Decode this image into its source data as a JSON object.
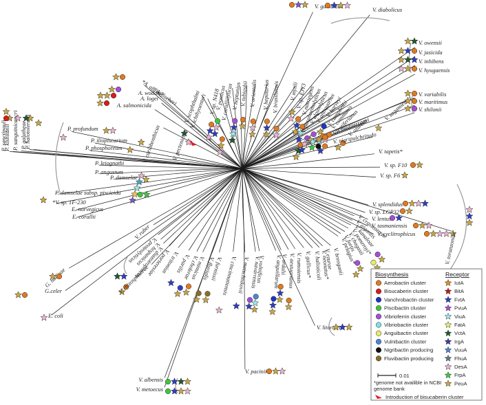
{
  "tree": {
    "center": "",
    "taxa": [
      {
        "label": "V. caribbenthicus",
        "c": [],
        "r": [
          "#e8b3d1",
          "#3fa6c9",
          "#9ae6ea",
          "#ecc34f",
          "#7e57c2"
        ]
      },
      {
        "label": "V. pectenicida",
        "c": [],
        "r": []
      },
      {
        "label": "V. scophthalmi",
        "c": [],
        "r": [
          "#1f5a2e"
        ]
      },
      {
        "label": "V. ichthyoenteri",
        "c": [],
        "r": [
          "#e8b3d1"
        ]
      },
      {
        "label": "V. sp. N418",
        "c": [
          "#e07a20"
        ],
        "r": [
          "#2f3fbf",
          "#e8b3d1"
        ]
      },
      {
        "label": "V. ponticus",
        "c": [
          "#3cc83c"
        ],
        "r": [
          "#e8b3d1",
          "#2f3fbf"
        ]
      },
      {
        "label": "V. coralliilyticus",
        "c": [
          "#e07a20"
        ],
        "r": [
          "#c8a646",
          "#e8b3d1"
        ]
      },
      {
        "label": "V. neptunius",
        "c": [
          "#a44fd6"
        ],
        "r": [
          "#2f3fbf",
          "#9ae6ea",
          "#1f5a2e"
        ]
      },
      {
        "label": "V. tubiashii",
        "c": [
          "#e07a20"
        ],
        "r": [
          "#c8a646"
        ]
      },
      {
        "label": "V. orientalis",
        "c": [
          "#e07a20"
        ],
        "r": [
          "#e8b3d1",
          "#c8a646"
        ]
      },
      {
        "label": "V. hepatarius",
        "c": [
          "#e07a20"
        ],
        "r": [
          "#2f3fbf",
          "#c8a646"
        ]
      },
      {
        "label": "V. brasiliensis",
        "c": [
          "#e07a20"
        ],
        "r": [
          "#e8b3d1"
        ]
      },
      {
        "label": "V. galatheae",
        "c": [
          "#e07a20"
        ],
        "r": [
          "#7e57c2",
          "#c8a646"
        ]
      },
      {
        "label": "V. mytili",
        "c": [],
        "r": [
          "#c8a646",
          "#e8b3d1"
        ]
      },
      {
        "label": "V. sp. EJY3",
        "c": [
          "#e07a20"
        ],
        "r": [
          "#2f3fbf",
          "#c8a646"
        ]
      },
      {
        "label": "V. natriegens",
        "c": [
          "#e07a20"
        ],
        "r": [
          "#9ae6ea",
          "#2f3fbf"
        ]
      },
      {
        "label": "V. parahaemolyticus",
        "c": [
          "#e07a20"
        ],
        "r": [
          "#1f5a2e",
          "#c8a646"
        ]
      },
      {
        "label": "V. alginolyticus",
        "c": [
          "#a44fd6"
        ],
        "r": [
          "#e8b3d1",
          "#2f3fbf"
        ]
      },
      {
        "label": "V. antiquarius",
        "c": [
          "#a44fd6"
        ],
        "r": [
          "#c8a646"
        ]
      },
      {
        "label": "V. diabolicus",
        "c": [
          "#e07a20"
        ],
        "r": [
          "#2f3fbf",
          "#c8a646",
          "#e8b3d1"
        ]
      },
      {
        "label": "V. harveyi",
        "c": [
          "#1c34c8"
        ],
        "r": [
          "#c8a646"
        ]
      },
      {
        "label": "V. campbellii",
        "c": [
          "#e07a20"
        ],
        "r": [
          "#9ae6ea"
        ]
      },
      {
        "label": "V. communis",
        "c": [
          "#e07a20"
        ],
        "r": [
          "#e8b3d1"
        ]
      },
      {
        "label": "V. rotiferianus",
        "c": [
          "#e07a20"
        ],
        "r": [
          "#2f3fbf"
        ]
      },
      {
        "label": "V. owensii",
        "c": [],
        "r": [
          "#1f5a2e",
          "#c8a646"
        ]
      },
      {
        "label": "V. jasicida",
        "c": [
          "#e07a20"
        ],
        "r": [
          "#2f3fbf",
          "#c8a646"
        ]
      },
      {
        "label": "V. inhibens",
        "c": [],
        "r": [
          "#2f3fbf",
          "#1f5a2e",
          "#c8a646"
        ]
      },
      {
        "label": "V. hyugaensis",
        "c": [
          "#e07a20"
        ],
        "r": [
          "#c8a646",
          "#e8b3d1"
        ]
      },
      {
        "label": "V. azureus",
        "c": [
          "#e07a20"
        ],
        "r": [
          "#c8a646"
        ]
      },
      {
        "label": "V. sagamiensis",
        "c": [],
        "r": [
          "#c8a646"
        ]
      },
      {
        "label": "V. variabilis",
        "c": [
          "#e07a20"
        ],
        "r": [
          "#c8a646"
        ]
      },
      {
        "label": "V. maritimus",
        "c": [
          "#e07a20"
        ],
        "r": [
          "#c8a646"
        ]
      },
      {
        "label": "V. shilonii",
        "c": [
          "#a44fd6"
        ],
        "r": [
          "#c8a646"
        ]
      },
      {
        "label": "V. mediterranei",
        "c": [
          "#e07a20"
        ],
        "r": [
          "#c8a646",
          "#9ae6ea"
        ]
      },
      {
        "label": "V. nigripulchritudo",
        "c": [
          "#111111"
        ],
        "r": [
          "#3cc83c"
        ]
      },
      {
        "label": "V. tapetis*",
        "c": [],
        "r": []
      },
      {
        "label": "V. sp. F10",
        "c": [
          "#e07a20"
        ],
        "r": [
          "#c8a646"
        ]
      },
      {
        "label": "V. sp. F6",
        "c": [],
        "r": [
          "#c8a646"
        ]
      },
      {
        "label": "V. splendidus",
        "c": [
          "#e07a20"
        ],
        "r": [
          "#c8a646",
          "#e8b3d1",
          "#2f3fbf"
        ]
      },
      {
        "label": "V. sp. LGP32",
        "c": [
          "#e07a20"
        ],
        "r": [
          "#c8a646"
        ]
      },
      {
        "label": "V. lentus",
        "c": [
          "#a44fd6"
        ],
        "r": [
          "#2f3fbf"
        ]
      },
      {
        "label": "V. tasmaniensis",
        "c": [
          "#e07a20"
        ],
        "r": [
          "#c8a646",
          "#e8b3d1"
        ]
      },
      {
        "label": "V. cyclitrophicus",
        "c": [
          "#e07a20"
        ],
        "r": [
          "#c8a646",
          "#e8b3d1",
          "#e8b3d1",
          "#c8a646"
        ]
      },
      {
        "label": "V. crassostreae",
        "c": [],
        "r": []
      },
      {
        "label": "V. gigantis",
        "c": [],
        "r": []
      },
      {
        "label": "V. kanaloae",
        "c": [
          "#a44fd6"
        ],
        "r": [
          "#c8a646"
        ]
      },
      {
        "label": "V. pomeroyi*",
        "c": [
          "#e6ec69"
        ],
        "r": [
          "#c8a646"
        ]
      },
      {
        "label": "V. chagasii",
        "c": [],
        "r": []
      },
      {
        "label": "V. fortis",
        "c": [
          "#a44fd6"
        ],
        "r": [
          "#c8a646"
        ]
      },
      {
        "label": "V. pelagius*",
        "c": [],
        "r": [
          "#c8a646"
        ]
      },
      {
        "label": "V. toranzoniae",
        "c": [],
        "r": [
          "#c8a646",
          "#2f3fbf",
          "#e8b3d1"
        ]
      },
      {
        "label": "V. breoganii",
        "c": [],
        "r": []
      },
      {
        "label": "V. ezurae",
        "c": [],
        "r": []
      },
      {
        "label": "V. neonatus*",
        "c": [],
        "r": []
      },
      {
        "label": "V. halioticoli",
        "c": [],
        "r": []
      },
      {
        "label": "V. gallicus*",
        "c": [],
        "r": []
      },
      {
        "label": "V. rumoiensis",
        "c": [],
        "r": []
      },
      {
        "label": "V. litoralis",
        "c": [],
        "r": [
          "#c8a646",
          "#2f3fbf",
          "#c8a646"
        ]
      },
      {
        "label": "V. aestuarianus",
        "c": [
          "#e07a20"
        ],
        "r": [
          "#c8a646"
        ]
      },
      {
        "label": "V. ordalii",
        "c": [
          "#e07a20"
        ],
        "r": [
          "#2f3fbf",
          "#c8a646"
        ]
      },
      {
        "label": "V. anguillarum",
        "c": [
          "#1c34c8"
        ],
        "r": [
          "#2f3fbf",
          "#c8a646"
        ]
      },
      {
        "label": "V. vulnificus",
        "c": [
          "#4a87d0"
        ],
        "r": [
          "#9ae6ea",
          "#c8a646"
        ]
      },
      {
        "label": "V. navarrensis",
        "c": [
          "#a44fd6"
        ],
        "r": [
          "#2f3fbf"
        ]
      },
      {
        "label": "V. metschnikovii",
        "c": [],
        "r": [
          "#2f3fbf"
        ]
      },
      {
        "label": "V. cincinnatiensis",
        "c": [],
        "r": [
          "#e8b3d1"
        ]
      },
      {
        "label": "V. pacinii",
        "c": [
          "#e07a20"
        ],
        "r": [
          "#c8a646",
          "#e8b3d1"
        ]
      },
      {
        "label": "V. furnissii",
        "c": [
          "#8a6d2b"
        ],
        "r": [
          "#c8a646"
        ]
      },
      {
        "label": "V. fluvialis",
        "c": [
          "#8a6d2b"
        ],
        "r": [
          "#c8a646"
        ]
      },
      {
        "label": "V. mimicus",
        "c": [
          "#e07a20"
        ],
        "r": [
          "#c8a646"
        ]
      },
      {
        "label": "V. cholerae",
        "c": [
          "#2f3fbf"
        ],
        "r": [
          "#c8a646"
        ]
      },
      {
        "label": "V. parilis",
        "c": [],
        "r": [
          "#2f3fbf"
        ]
      },
      {
        "label": "V. tritonius",
        "c": [],
        "r": []
      },
      {
        "label": "V. porteresiae",
        "c": [],
        "r": []
      },
      {
        "label": "V. diazotrophicus",
        "c": [
          "#e07a20"
        ],
        "r": [
          "#c8a646"
        ]
      },
      {
        "label": "V. hispanicus",
        "c": [],
        "r": []
      },
      {
        "label": "V. proteolyticus",
        "c": [],
        "r": []
      },
      {
        "label": "V. rhizosphaerae",
        "c": [],
        "r": [
          "#2f3fbf",
          "#1f5a2e"
        ]
      },
      {
        "label": "V. albensis",
        "c": [
          "#3cc83c"
        ],
        "r": [
          "#2f3fbf",
          "#1f5a2e",
          "#c8a646"
        ]
      },
      {
        "label": "V. metoecus",
        "c": [
          "#3cc83c"
        ],
        "r": [
          "#2f3fbf",
          "#c8a646",
          "#e8b3d1"
        ]
      },
      {
        "label": "V. ruber",
        "c": [],
        "r": []
      },
      {
        "label": "G. hollisae",
        "c": [
          "#e07a20"
        ],
        "r": [
          "#c8a646"
        ]
      },
      {
        "label": "G.celer",
        "c": [
          "#e07a20"
        ],
        "r": [
          "#c8a646"
        ]
      },
      {
        "label": "E. coli",
        "c": [],
        "r": [
          "#e8b3d1"
        ]
      },
      {
        "label": "E. corallii",
        "c": [],
        "r": []
      },
      {
        "label": "E. norvegicus",
        "c": [],
        "r": []
      },
      {
        "label": "*V. sp. 1F-230",
        "c": [],
        "r": []
      },
      {
        "label": "P. damselae",
        "c": [],
        "r": [
          "#c8a646"
        ]
      },
      {
        "label": "P. damselae subsp. piscicida",
        "c": [
          "#3cc83c"
        ],
        "r": [
          "#3cc83c"
        ]
      },
      {
        "label": "P. angustum",
        "c": [],
        "r": [
          "#c8a646"
        ]
      },
      {
        "label": "P. leiognathi",
        "c": [],
        "r": [
          "#c8a646"
        ]
      },
      {
        "label": "P. phosphoreum",
        "c": [],
        "r": [
          "#c8a646"
        ]
      },
      {
        "label": "P. iliopiscarium",
        "c": [],
        "r": [
          "#c8a646"
        ]
      },
      {
        "label": "P. profundum",
        "c": [],
        "r": [
          "#c8a646",
          "#e8b3d1"
        ]
      },
      {
        "label": "P. halotolerans",
        "c": [],
        "r": [
          "#e8b3d1"
        ]
      },
      {
        "label": "P. galatheae",
        "c": [],
        "r": [
          "#c8a646"
        ]
      },
      {
        "label": "P. sanguinicancri",
        "c": [],
        "r": [
          "#1f5a2e"
        ]
      },
      {
        "label": "P. kishitanii",
        "c": [],
        "r": [
          "#e8b3d1"
        ]
      },
      {
        "label": "P. sanctipauli",
        "c": [],
        "r": [
          "#c8a646"
        ]
      },
      {
        "label": "A. salmonicida",
        "c": [
          "#d81b1b"
        ],
        "r": [
          "#c8a646"
        ]
      },
      {
        "label": "A. logei",
        "c": [
          "#d81b1b"
        ],
        "r": [
          "#c8a646"
        ]
      },
      {
        "label": "A. wodanis",
        "c": [
          "#d81b1b"
        ],
        "r": [
          "#c8a646",
          "#c8a646"
        ]
      },
      {
        "label": "*A. afffine",
        "c": [
          "#a44fd6"
        ],
        "r": [
          "#c8a646"
        ]
      },
      {
        "label": "A. fischeri",
        "c": [
          "#e07a20"
        ],
        "r": [
          "#c8a646"
        ]
      }
    ]
  },
  "legend": {
    "biosynthesis_title": "Biosynthesis",
    "receptor_title": "Receptor",
    "biosynthesis": [
      {
        "label": "Aerobactin cluster",
        "color": "#e07a20"
      },
      {
        "label": "Bisucaberin cluster",
        "color": "#d81b1b"
      },
      {
        "label": "Vanchrobactin cluster",
        "color": "#1c34c8"
      },
      {
        "label": "Piscibactin cluster",
        "color": "#3cc83c"
      },
      {
        "label": "Vibrioferrin cluster",
        "color": "#a44fd6"
      },
      {
        "label": "Vibriobactin cluster",
        "color": "#7fe0e8"
      },
      {
        "label": "Anguibactin cluster",
        "color": "#e6ec69"
      },
      {
        "label": "Vulnibactin cluster",
        "color": "#4a87d0"
      },
      {
        "label": "Nigribactin producing",
        "color": "#111111"
      },
      {
        "label": "Fluvibactin producing",
        "color": "#8a6d2b"
      }
    ],
    "receptors": [
      {
        "label": "IutA",
        "color": "#e08a20"
      },
      {
        "label": "BitA",
        "color": "#c0161c"
      },
      {
        "label": "FvtA",
        "color": "#2f3fbf"
      },
      {
        "label": "PvuA",
        "color": "#a44fd6"
      },
      {
        "label": "ViuA",
        "color": "#9ae6ea"
      },
      {
        "label": "FatA",
        "color": "#e6ec69"
      },
      {
        "label": "VctA",
        "color": "#1f5a2e"
      },
      {
        "label": "IrgA",
        "color": "#3d3d9e"
      },
      {
        "label": "VuuA",
        "color": "#4a87d0"
      },
      {
        "label": "FhuA",
        "color": "#5b7a8c"
      },
      {
        "label": "DesA",
        "color": "#e8b3d1"
      },
      {
        "label": "FrpA",
        "color": "#3cc83c"
      },
      {
        "label": "PeuA",
        "color": "#c8a646"
      }
    ],
    "scale_label": "0.01",
    "note": "*genome not availible in NCBI genome bank",
    "introduction_label": "Introduction of bisucaberin cluster"
  }
}
